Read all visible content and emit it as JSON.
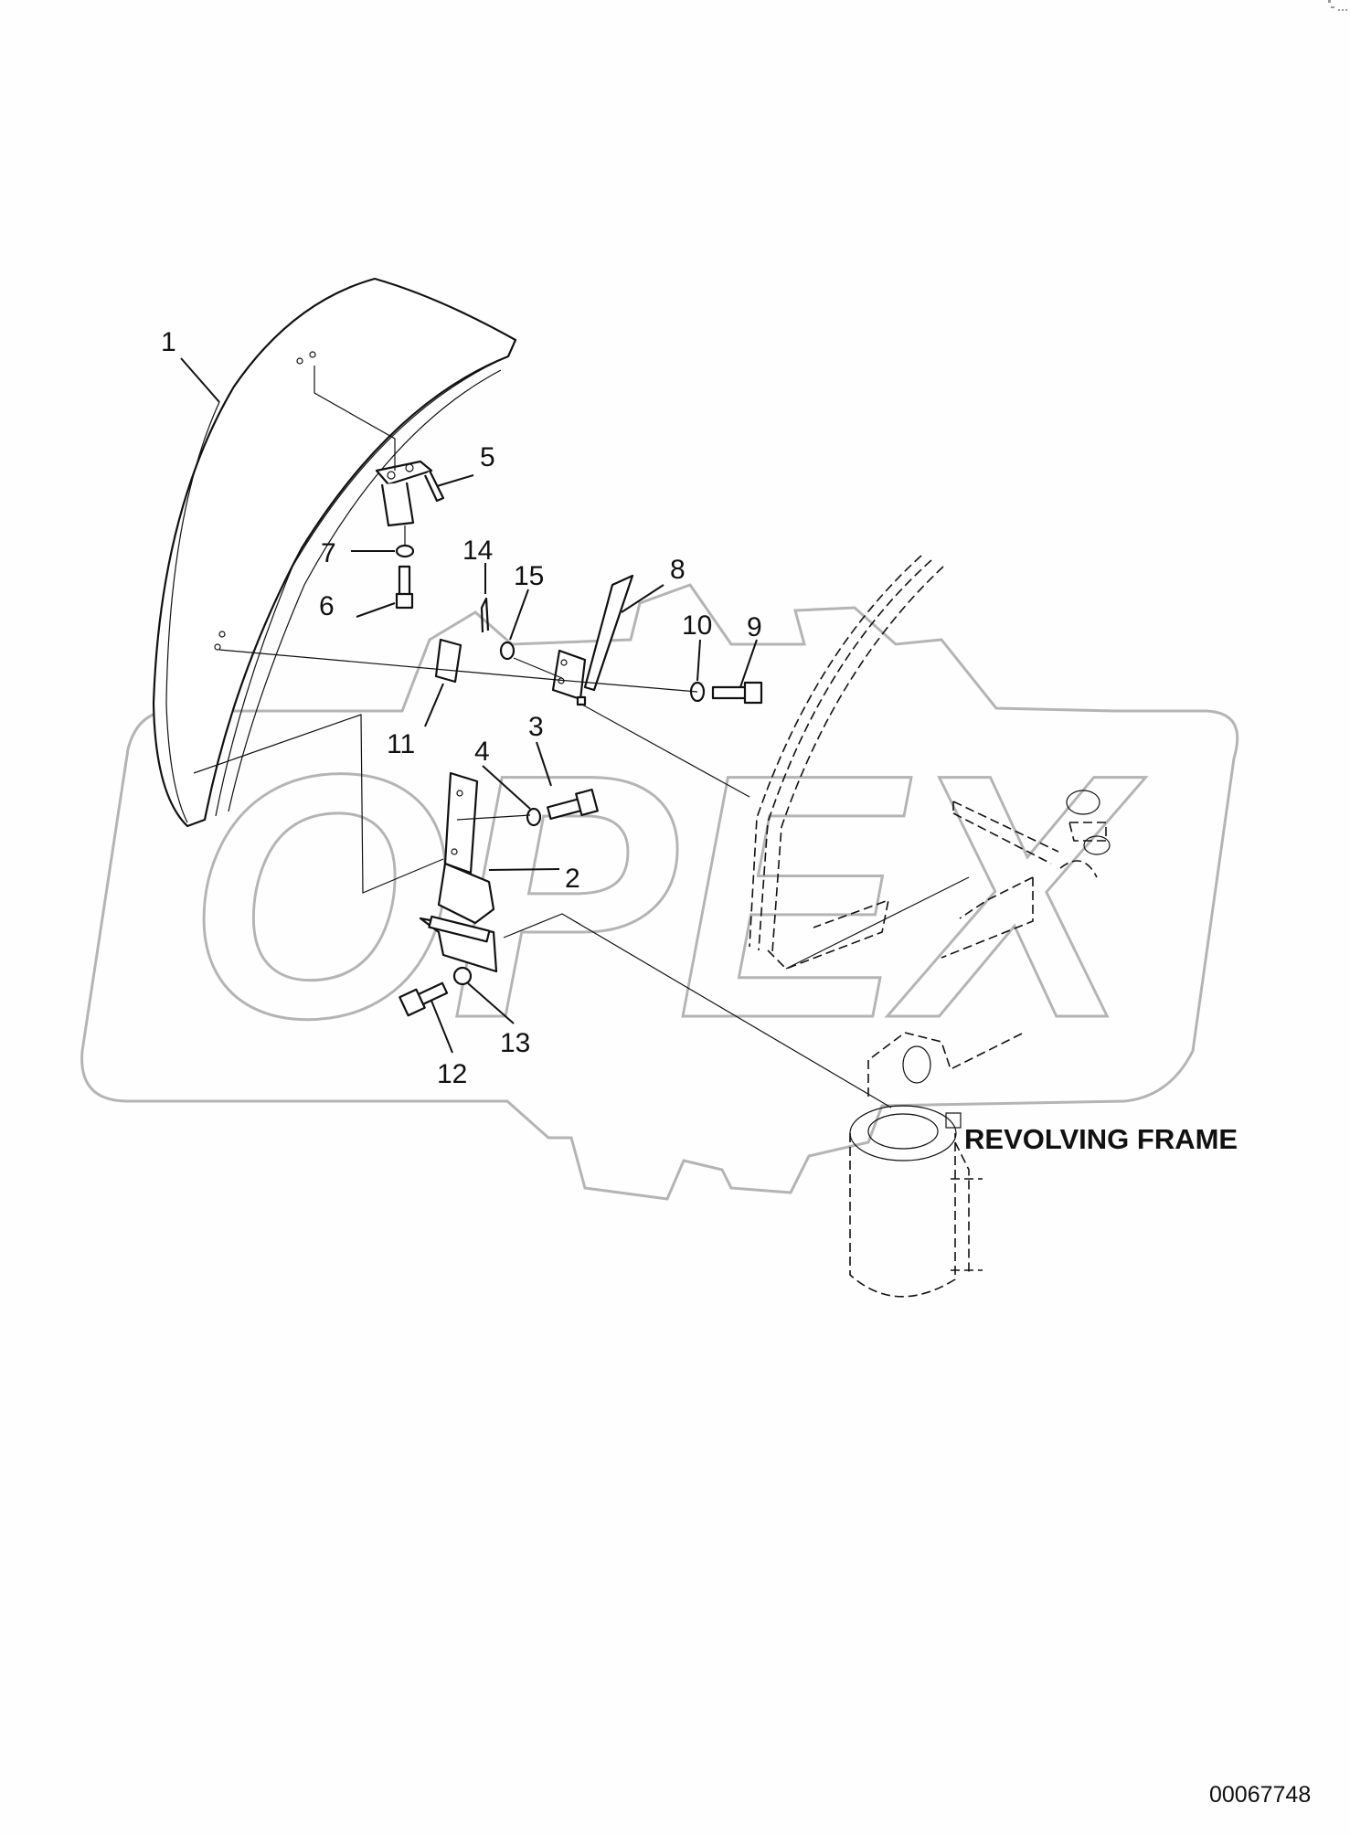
{
  "watermark": {
    "text": "OPEX",
    "color": "#b4b4b4"
  },
  "callouts": [
    "1",
    "2",
    "3",
    "4",
    "5",
    "6",
    "7",
    "8",
    "9",
    "10",
    "11",
    "12",
    "13",
    "14",
    "15"
  ],
  "frame_label": "REVOLVING FRAME",
  "drawing_number": "00067748",
  "colors": {
    "line": "#111111",
    "background": "#fdfefd"
  }
}
